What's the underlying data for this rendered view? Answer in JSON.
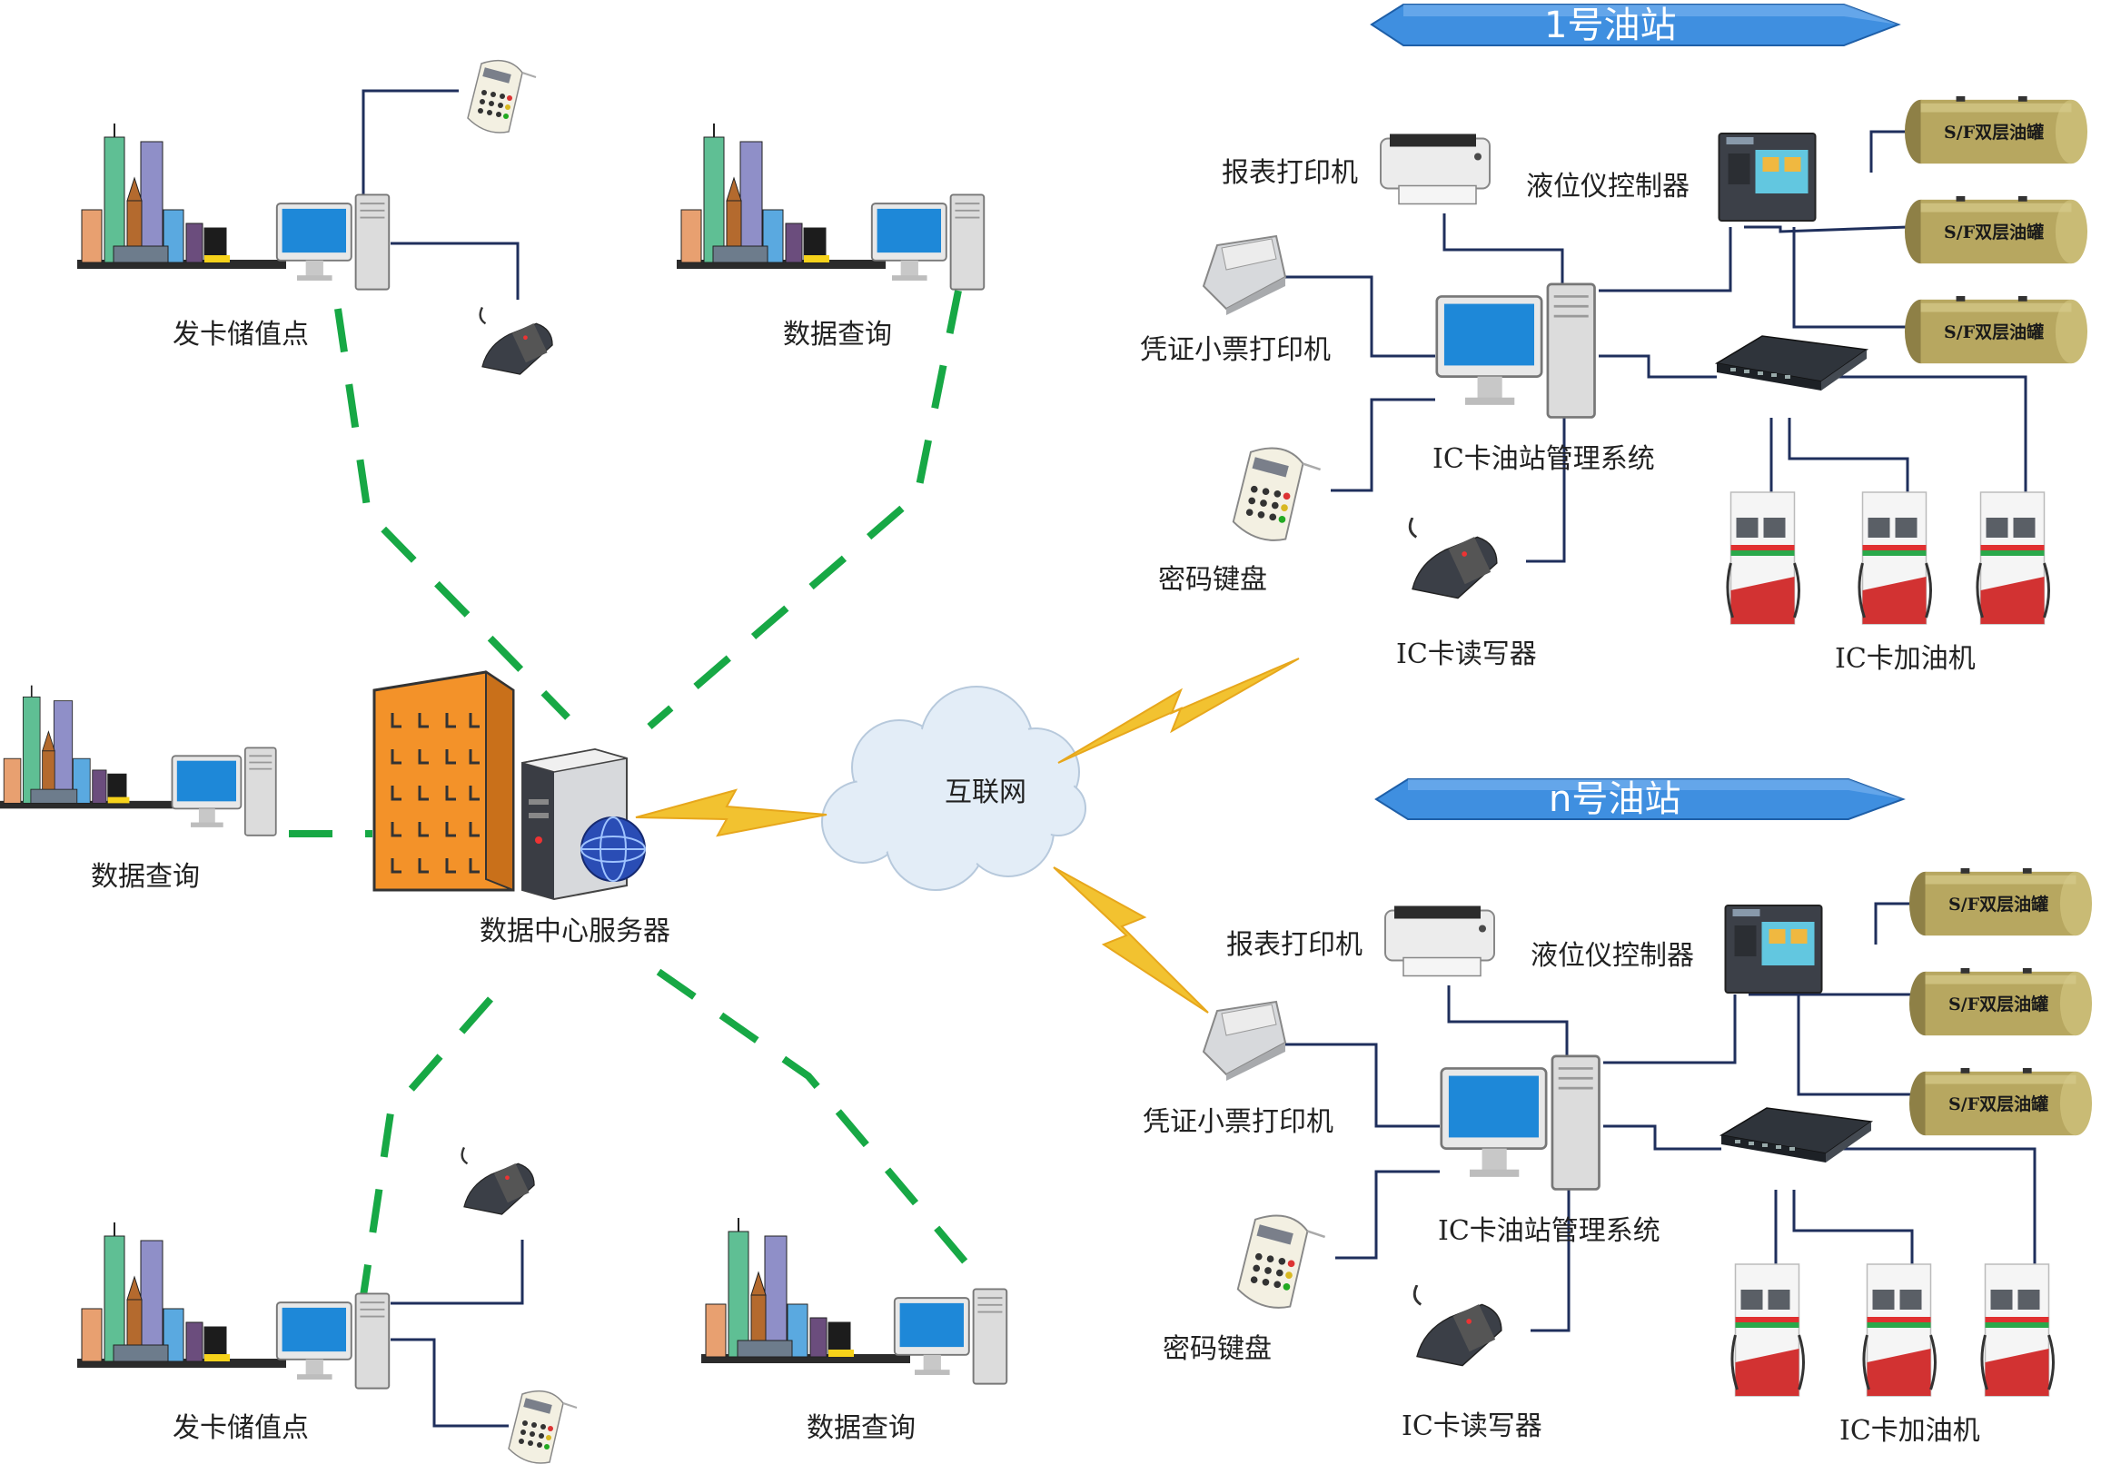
{
  "stations": [
    {
      "banner": "1号油站",
      "report_printer": "报表打印机",
      "level_controller": "液位仪控制器",
      "receipt_printer": "凭证小票打印机",
      "management_system": "IC卡油站管理系统",
      "pin_pad": "密码键盘",
      "card_reader": "IC卡读写器",
      "dispensers": "IC卡加油机",
      "tanks": [
        "S/F双层油罐",
        "S/F双层油罐",
        "S/F双层油罐"
      ]
    },
    {
      "banner": "n号油站",
      "report_printer": "报表打印机",
      "level_controller": "液位仪控制器",
      "receipt_printer": "凭证小票打印机",
      "management_system": "IC卡油站管理系统",
      "pin_pad": "密码键盘",
      "card_reader": "IC卡读写器",
      "dispensers": "IC卡加油机",
      "tanks": [
        "S/F双层油罐",
        "S/F双层油罐",
        "S/F双层油罐"
      ]
    }
  ],
  "left": {
    "top_left": "发卡储值点",
    "top_right": "数据查询",
    "middle_left": "数据查询",
    "bottom_left": "发卡储值点",
    "bottom_right": "数据查询",
    "data_center": "数据中心服务器",
    "internet": "互联网"
  },
  "colors": {
    "dashed_link": "#17a845",
    "wire": "#1f2f5c",
    "lightning": "#f2c230",
    "banner": "#3f8fe0",
    "building": "#f39229",
    "tank": "#b7a760"
  }
}
